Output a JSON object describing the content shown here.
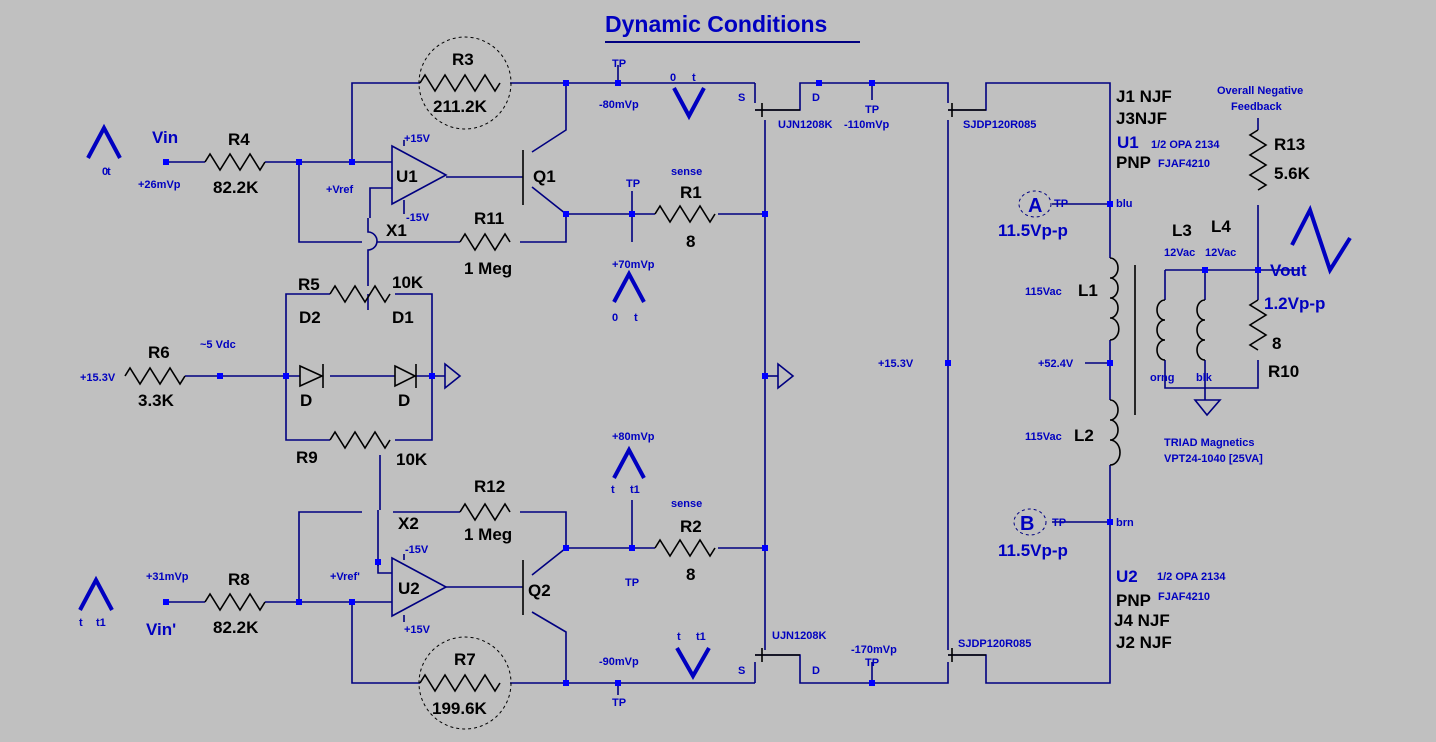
{
  "title": "Dynamic Conditions",
  "components": {
    "R3": {
      "ref": "R3",
      "value": "211.2K"
    },
    "R4": {
      "ref": "R4",
      "value": "82.2K"
    },
    "R1": {
      "ref": "R1",
      "value": "8",
      "note": "sense"
    },
    "R11": {
      "ref": "R11",
      "value": "1 Meg"
    },
    "R5": {
      "ref": "R5",
      "value": "10K"
    },
    "R6": {
      "ref": "R6",
      "value": "3.3K"
    },
    "R9": {
      "ref": "R9",
      "value": "10K"
    },
    "R12": {
      "ref": "R12",
      "value": "1 Meg"
    },
    "R2": {
      "ref": "R2",
      "value": "8",
      "note": "sense"
    },
    "R8": {
      "ref": "R8",
      "value": "82.2K"
    },
    "R7": {
      "ref": "R7",
      "value": "199.6K"
    },
    "R13": {
      "ref": "R13",
      "value": "5.6K"
    },
    "R10": {
      "ref": "R10",
      "value": "8"
    },
    "U1": "U1",
    "U2": "U2",
    "Q1": "Q1",
    "Q2": "Q2",
    "X1": "X1",
    "X2": "X2",
    "D1": "D1",
    "D2": "D2",
    "D": "D",
    "L1": "L1",
    "L2": "L2",
    "L3": "L3",
    "L4": "L4",
    "J1": "J1 NJF",
    "J3": "J3NJF",
    "J4": "J4  NJF",
    "J2": "J2 NJF",
    "PNP": "PNP"
  },
  "labels": {
    "vin": "Vin",
    "vin2": "Vin'",
    "vout": "Vout",
    "tp": "TP",
    "s": "S",
    "d": "D",
    "t": "t",
    "t1": "t1",
    "zero": "0",
    "plus15": "+15V",
    "minus15": "-15V",
    "vref": "+Vref",
    "vref2": "+Vref'",
    "v26": "+26mVp",
    "v31": "+31mVp",
    "v80n": "-80mVp",
    "v90n": "-90mVp",
    "v110n": "-110mVp",
    "v170n": "-170mVp",
    "v70": "+70mVp",
    "v80": "+80mVp",
    "v5": "~5 Vdc",
    "v153": "+15.3V",
    "v153b": "+15.3V",
    "v524": "+52.4V",
    "ujn1": "UJN1208K",
    "ujn2": "UJN1208K",
    "sjdp1": "SJDP120R085",
    "sjdp2": "SJDP120R085",
    "opa1": "1/2 OPA 2134",
    "opa2": "1/2 OPA 2134",
    "fja1": "FJAF4210",
    "fja2": "FJAF4210",
    "onf1": "Overall Negative",
    "onf2": "Feedback",
    "blu": "blu",
    "brn": "brn",
    "orng": "orng",
    "blk": "blk",
    "vac115a": "115Vac",
    "vac115b": "115Vac",
    "vac12a": "12Vac",
    "vac12b": "12Vac",
    "pointA": "A",
    "pointB": "B",
    "vppA": "11.5Vp-p",
    "vppB": "11.5Vp-p",
    "vpp12": "1.2Vp-p",
    "triad1": "TRIAD Magnetics",
    "triad2": "VPT24-1040 [25VA]"
  },
  "colors": {
    "background": "#c0c0c0",
    "wire": "#000080",
    "component": "#000000",
    "label": "#0000c0"
  }
}
